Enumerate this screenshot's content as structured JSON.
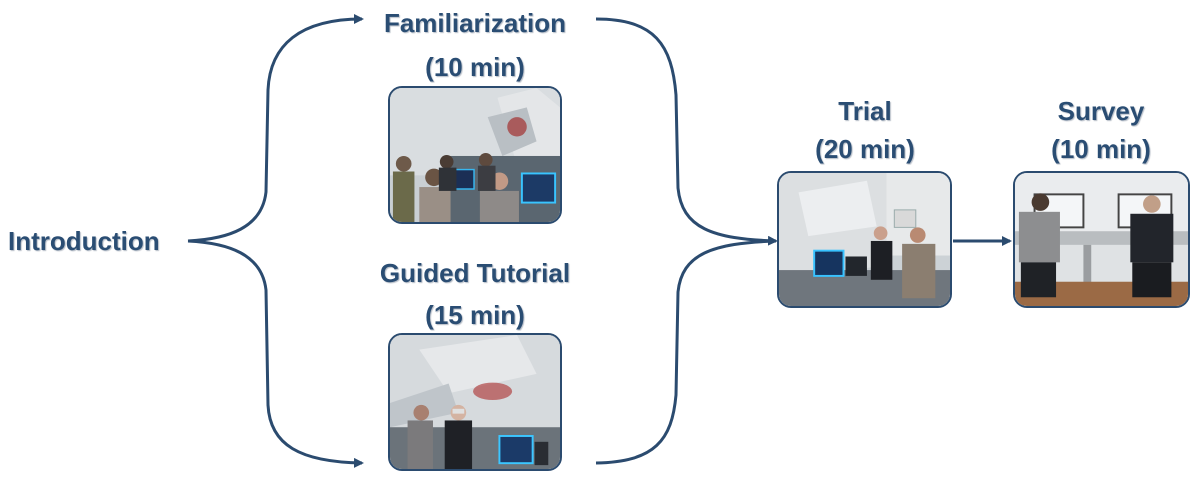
{
  "diagram": {
    "colors": {
      "accent": "#2a4d73",
      "arrow": "#2b4b6f",
      "photo_border": "#2b4b6f"
    },
    "steps": {
      "introduction": {
        "title": "Introduction"
      },
      "familiarization": {
        "title": "Familiarization",
        "duration": "(10 min)"
      },
      "guided_tutorial": {
        "title": "Guided Tutorial",
        "duration": "(15 min)"
      },
      "trial": {
        "title": "Trial",
        "duration": "(20 min)"
      },
      "survey": {
        "title": "Survey",
        "duration": "(10 min)"
      }
    }
  }
}
